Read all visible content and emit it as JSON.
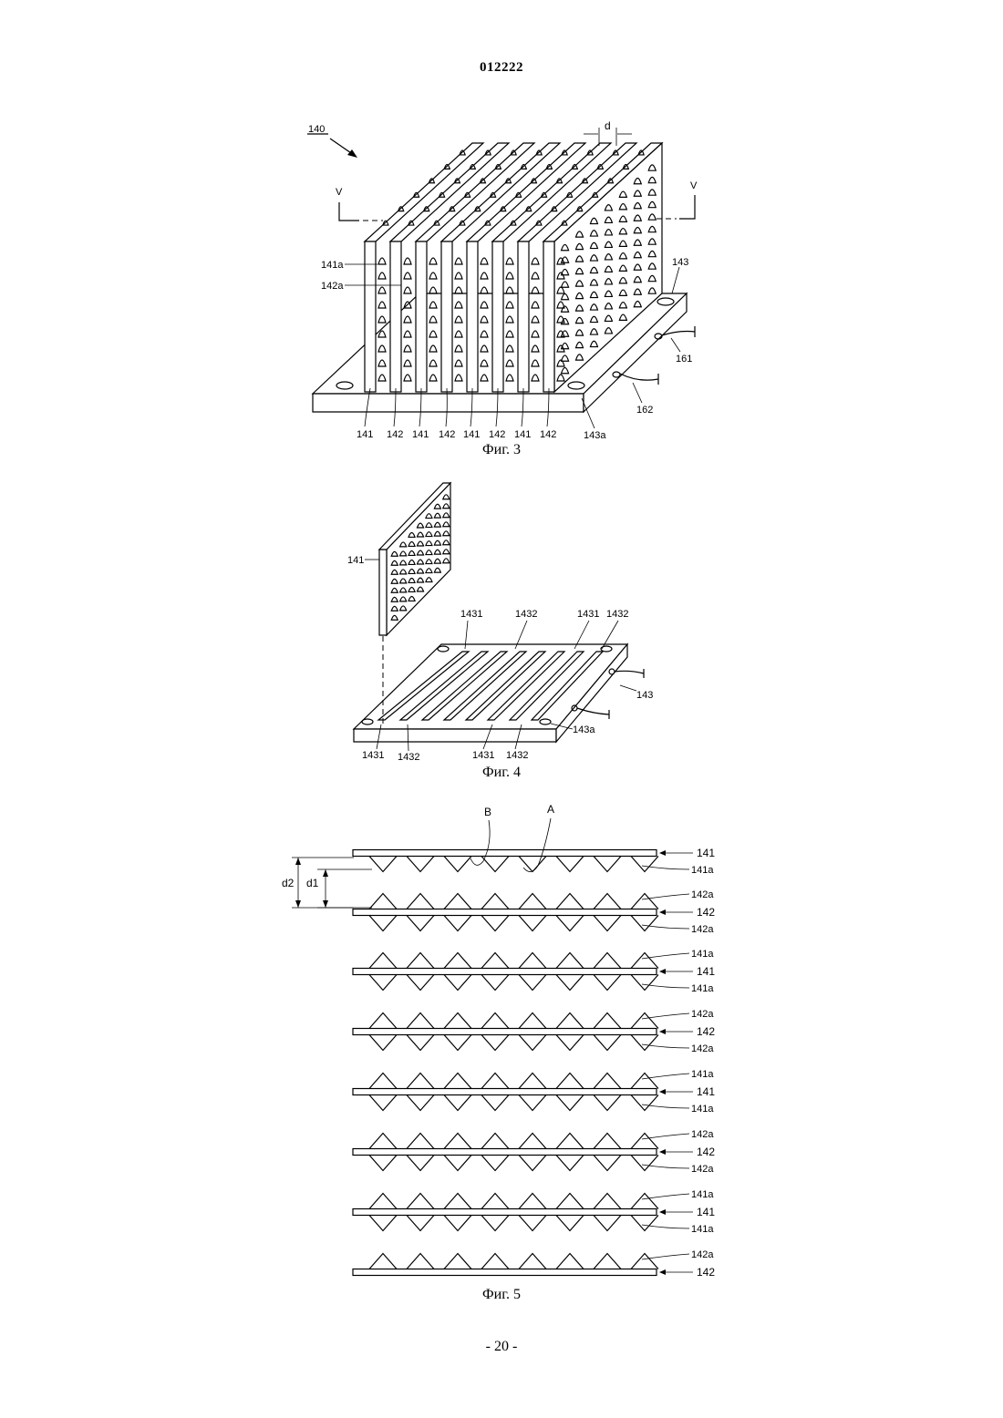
{
  "doc_number": "012222",
  "page_number": "- 20 -",
  "fig3": {
    "caption": "Фиг. 3",
    "ref_assembly": "140",
    "gap": "d",
    "section": "V",
    "cell_a": "141a",
    "cell_b": "142a",
    "base": "143",
    "base_hole": "143a",
    "wire_1": "161",
    "wire_2": "162",
    "plate_a": "141",
    "plate_b": "142"
  },
  "fig4": {
    "caption": "Фиг. 4",
    "plate": "141",
    "slot_a": "1431",
    "slot_b": "1432",
    "base": "143",
    "base_hole": "143a"
  },
  "fig5": {
    "caption": "Фиг. 5",
    "point_a": "A",
    "point_b": "B",
    "dim_d1": "d1",
    "dim_d2": "d2",
    "plate_labels": [
      "141",
      "142",
      "141",
      "142",
      "141",
      "142",
      "141",
      "142"
    ],
    "cell_a": "141a",
    "cell_b": "142a"
  }
}
